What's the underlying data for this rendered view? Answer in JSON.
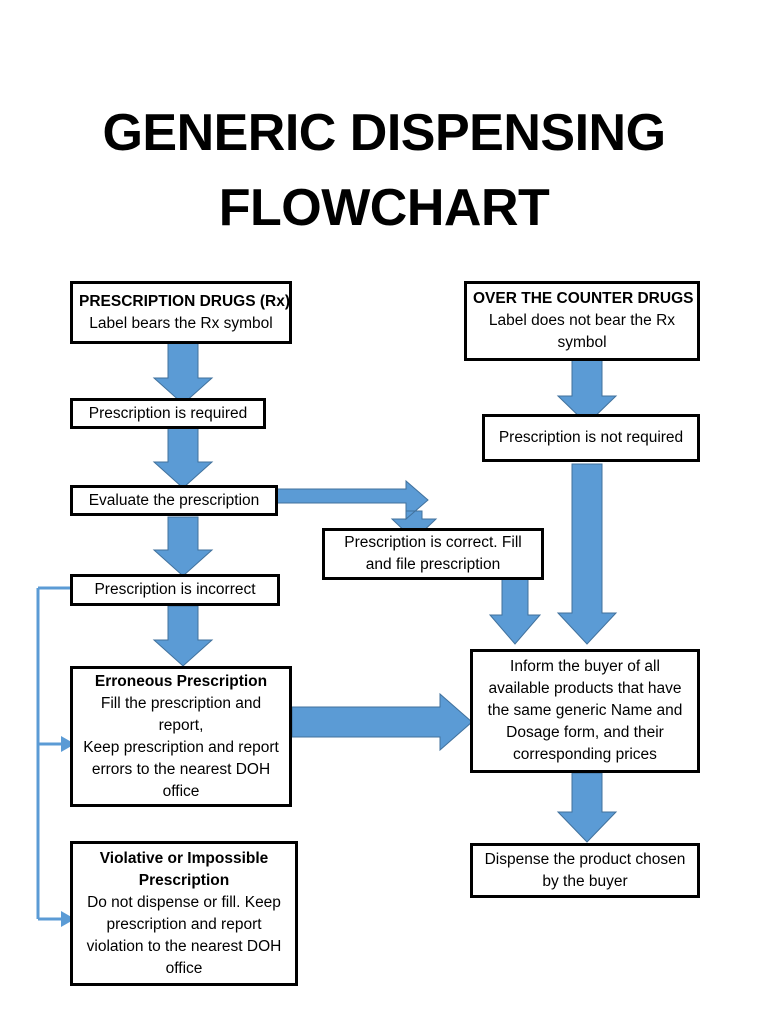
{
  "title": {
    "line1": "GENERIC DISPENSING",
    "line2": "FLOWCHART"
  },
  "colors": {
    "arrow_fill": "#5B9BD5",
    "arrow_stroke": "#41719C",
    "thin_connector": "#5B9BD5",
    "box_border": "#000000",
    "box_fill": "#FFFFFF",
    "text": "#000000",
    "page_background": "#FFFFFF"
  },
  "nodes": {
    "prescription_drugs": {
      "heading": "PRESCRIPTION DRUGS (Rx)",
      "body": "Label bears the Rx symbol"
    },
    "otc_drugs": {
      "heading": "OVER THE COUNTER DRUGS",
      "body": "Label does not bear the Rx symbol"
    },
    "prescription_required": {
      "body": "Prescription is required"
    },
    "prescription_not_required": {
      "body": "Prescription is not required"
    },
    "evaluate_prescription": {
      "body": "Evaluate the prescription"
    },
    "prescription_correct": {
      "body": "Prescription is correct. Fill and file prescription"
    },
    "prescription_incorrect": {
      "body": "Prescription is incorrect"
    },
    "erroneous_prescription": {
      "heading": "Erroneous Prescription",
      "line1": "Fill the prescription and report,",
      "line2": "Keep prescription and report errors to the nearest DOH office"
    },
    "violative_prescription": {
      "heading": "Violative or Impossible Prescription",
      "body": "Do not dispense or fill. Keep prescription and report violation to the nearest DOH office"
    },
    "inform_buyer": {
      "body": "Inform the buyer of all available products that have the same generic Name and Dosage form, and their corresponding prices"
    },
    "dispense_product": {
      "body": "Dispense the product chosen by the buyer"
    }
  },
  "connectors": [
    {
      "name": "rx-to-required",
      "from": "prescription_drugs",
      "to": "prescription_required",
      "style": "block-arrow-down"
    },
    {
      "name": "required-to-evaluate",
      "from": "prescription_required",
      "to": "evaluate_prescription",
      "style": "block-arrow-down"
    },
    {
      "name": "evaluate-to-correct",
      "from": "evaluate_prescription",
      "to": "prescription_correct",
      "style": "bent-arrow-right-down"
    },
    {
      "name": "evaluate-to-incorrect",
      "from": "evaluate_prescription",
      "to": "prescription_incorrect",
      "style": "block-arrow-down"
    },
    {
      "name": "incorrect-to-erroneous",
      "from": "prescription_incorrect",
      "to": "erroneous_prescription",
      "style": "thin-elbow-left-branch"
    },
    {
      "name": "incorrect-to-violative",
      "from": "prescription_incorrect",
      "to": "violative_prescription",
      "style": "thin-elbow-left-branch"
    },
    {
      "name": "erroneous-to-inform",
      "from": "erroneous_prescription",
      "to": "inform_buyer",
      "style": "block-arrow-right"
    },
    {
      "name": "correct-to-inform",
      "from": "prescription_correct",
      "to": "inform_buyer",
      "style": "block-arrow-down"
    },
    {
      "name": "otc-to-not-required",
      "from": "otc_drugs",
      "to": "prescription_not_required",
      "style": "block-arrow-down"
    },
    {
      "name": "not-required-to-inform",
      "from": "prescription_not_required",
      "to": "inform_buyer",
      "style": "block-arrow-down"
    },
    {
      "name": "inform-to-dispense",
      "from": "inform_buyer",
      "to": "dispense_product",
      "style": "block-arrow-down"
    }
  ]
}
